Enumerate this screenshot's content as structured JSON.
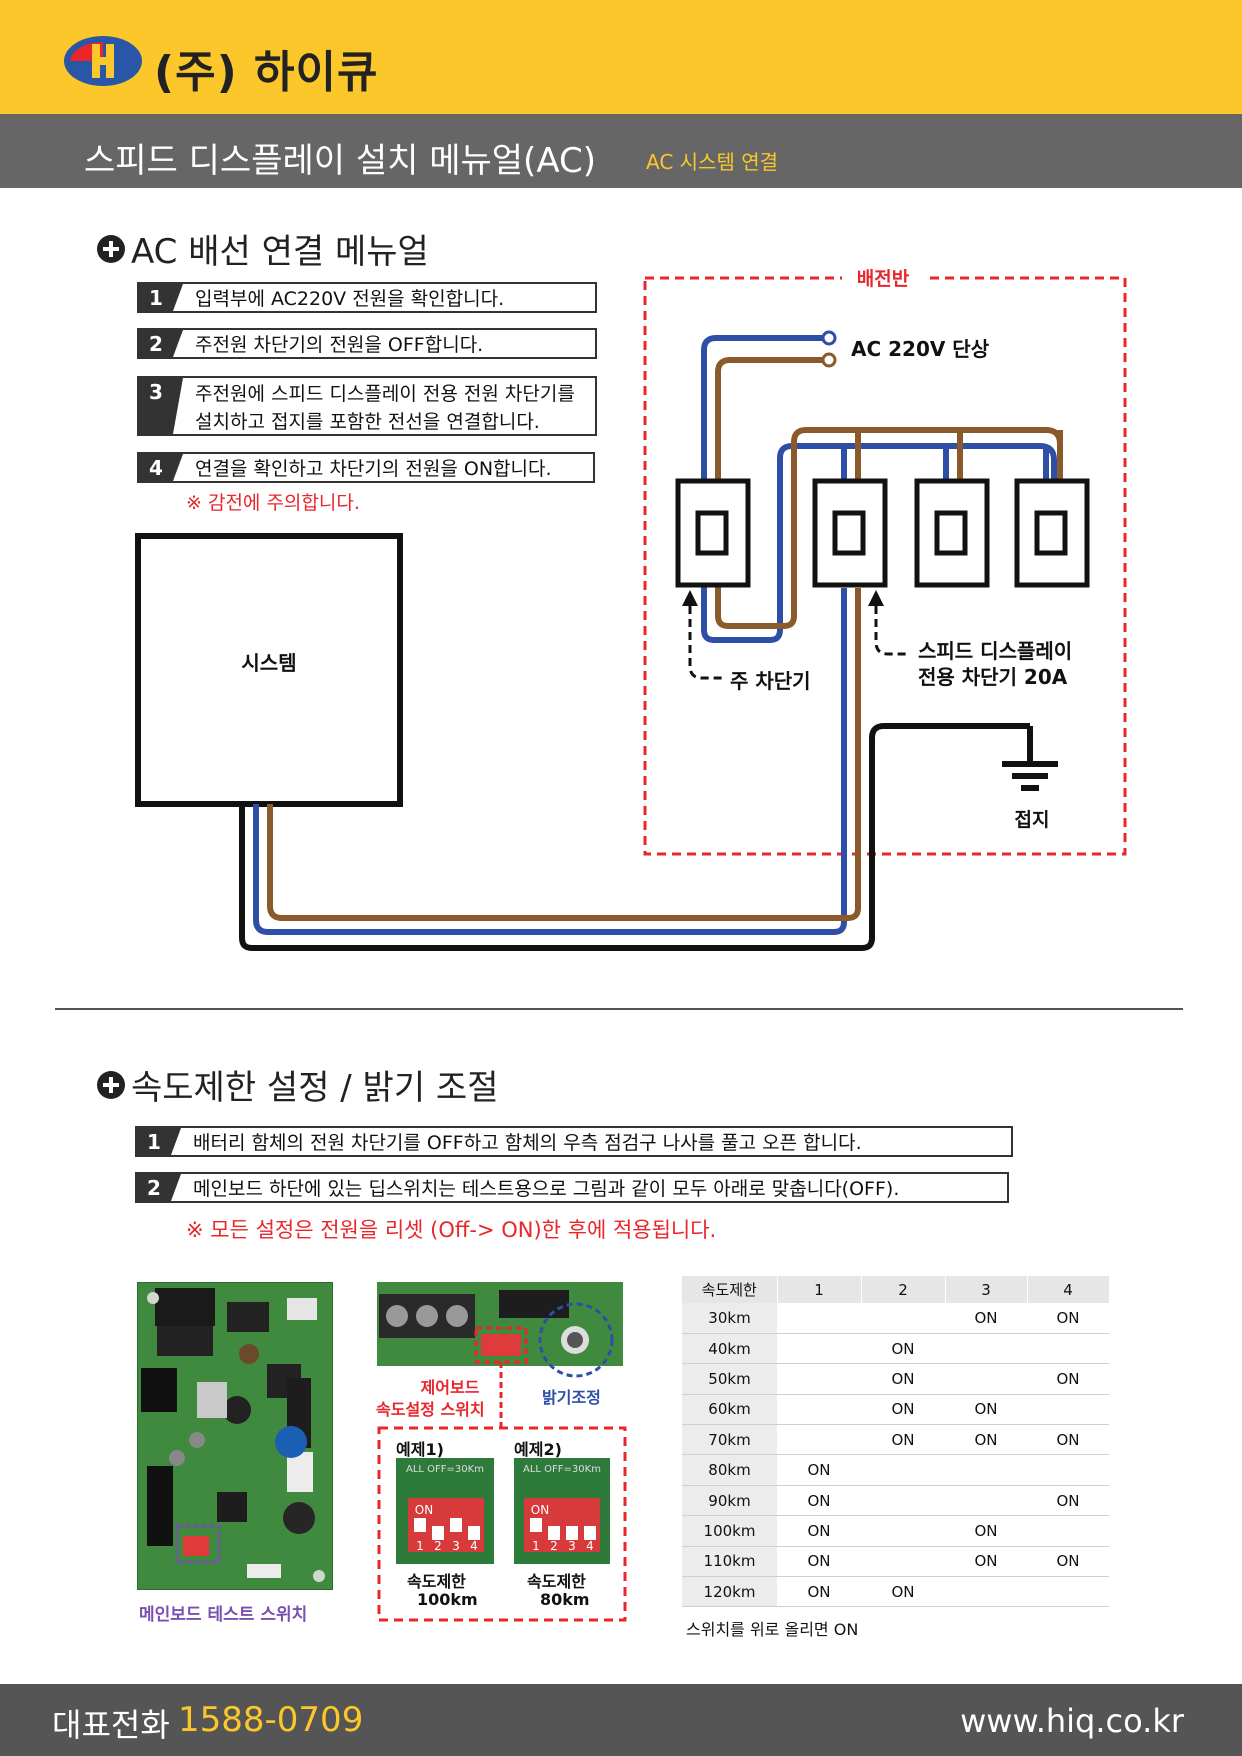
{
  "header": {
    "brand": "(주) 하이큐",
    "title": "스피드 디스플레이 설치 메뉴얼(AC)",
    "subtitle": "AC 시스템 연결"
  },
  "section1": {
    "heading": "AC 배선 연결 메뉴얼",
    "steps": [
      {
        "num": "1",
        "text": "입력부에 AC220V 전원을 확인합니다."
      },
      {
        "num": "2",
        "text": "주전원 차단기의 전원을 OFF합니다."
      },
      {
        "num": "3",
        "text_line1": "주전원에 스피드 디스플레이 전용 전원 차단기를",
        "text_line2": "설치하고 접지를 포함한 전선을 연결합니다."
      },
      {
        "num": "4",
        "text": "연결을 확인하고 차단기의 전원을 ON합니다."
      }
    ],
    "warning": "※ 감전에 주의합니다.",
    "diagram": {
      "system_label": "시스템",
      "panel_label": "배전반",
      "power_label": "AC 220V 단상",
      "main_breaker_label": "주 차단기",
      "display_breaker_label_line1": "스피드 디스플레이",
      "display_breaker_label_line2": "전용 차단기 20A",
      "ground_label": "접지"
    }
  },
  "section2": {
    "heading": "속도제한 설정 / 밝기 조절",
    "steps": [
      {
        "num": "1",
        "text": "배터리 함체의 전원 차단기를 OFF하고 함체의 우측 점검구 나사를 풀고 오픈 합니다."
      },
      {
        "num": "2",
        "text": "메인보드 하단에 있는 딥스위치는 테스트용으로 그림과 같이 모두 아래로 맞춥니다(OFF)."
      }
    ],
    "warning": "※ 모든 설정은 전원을 리셋 (Off-> ON)한 후에 적용됩니다.",
    "photos": {
      "main_board_caption": "메인보드 테스트 스위치",
      "control_board_caption_line1": "제어보드",
      "control_board_caption_line2": "속도설정 스위치",
      "brightness_caption": "밝기조정",
      "example1_title": "예제1)",
      "example1_caption_line1": "속도제한",
      "example1_caption_line2": "100km",
      "example2_title": "예제2)",
      "example2_caption_line1": "속도제한",
      "example2_caption_line2": "80km",
      "dip_header": "ALL OFF=30Km",
      "dip_on": "ON",
      "dip_numbers": [
        "1",
        "2",
        "3",
        "4"
      ]
    },
    "table": {
      "headers": [
        "속도제한",
        "1",
        "2",
        "3",
        "4"
      ],
      "rows": [
        [
          "30km",
          "",
          "",
          "ON",
          "ON"
        ],
        [
          "40km",
          "",
          "ON",
          "",
          ""
        ],
        [
          "50km",
          "",
          "ON",
          "",
          "ON"
        ],
        [
          "60km",
          "",
          "ON",
          "ON",
          ""
        ],
        [
          "70km",
          "",
          "ON",
          "ON",
          "ON"
        ],
        [
          "80km",
          "ON",
          "",
          "",
          ""
        ],
        [
          "90km",
          "ON",
          "",
          "",
          "ON"
        ],
        [
          "100km",
          "ON",
          "",
          "ON",
          ""
        ],
        [
          "110km",
          "ON",
          "",
          "ON",
          "ON"
        ],
        [
          "120km",
          "ON",
          "ON",
          "",
          ""
        ]
      ],
      "note": "스위치를 위로 올리면 ON"
    }
  },
  "footer": {
    "phone_label": "대표전화",
    "phone_number": "1588-0709",
    "website": "www.hiq.co.kr"
  },
  "colors": {
    "yellow": "#fbc72a",
    "gray": "#666666",
    "red": "#e8262b",
    "blue_wire": "#2f4fa6",
    "brown_wire": "#8a5a2a"
  }
}
